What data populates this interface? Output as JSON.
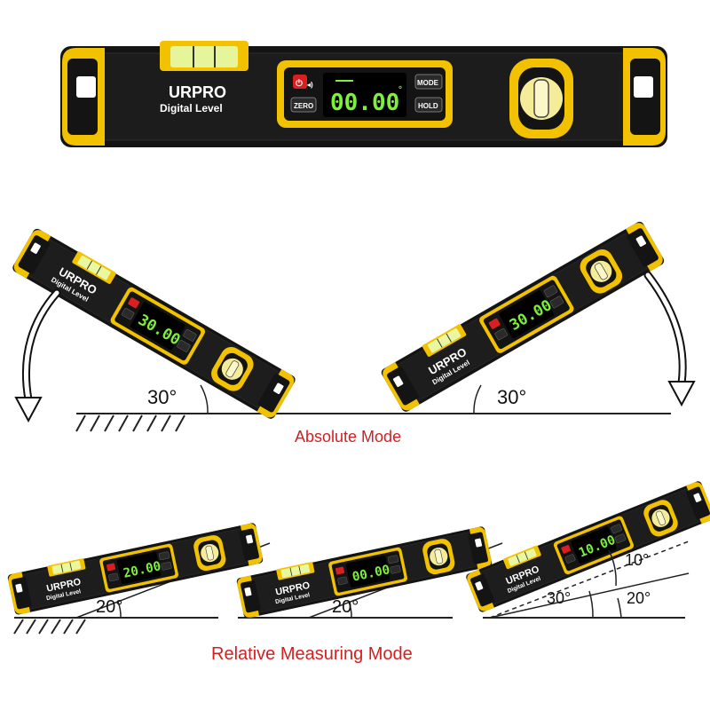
{
  "device": {
    "brand": "URPRO",
    "model": "Digital Level",
    "display_value": "00.00",
    "display_unit": "°",
    "buttons": {
      "power": "⏻",
      "sound": "◂)",
      "zero": "ZERO",
      "mode": "MODE",
      "hold": "HOLD"
    }
  },
  "absolute_mode": {
    "title": "Absolute Mode",
    "left_angle": "30°",
    "right_angle": "30°",
    "left_reading": "30.00",
    "right_reading": "30.00"
  },
  "relative_mode": {
    "title": "Relative Measuring Mode",
    "angle_1": "20°",
    "angle_2": "20°",
    "angle_3a": "10°",
    "angle_3b": "30°",
    "angle_3c": "20°",
    "reading_1": "20.00",
    "reading_2": "00.00",
    "reading_3": "10.00"
  },
  "colors": {
    "body": "#141414",
    "accent": "#f2c200",
    "lcd_text": "#7cf03a",
    "title_red": "#d32020"
  }
}
